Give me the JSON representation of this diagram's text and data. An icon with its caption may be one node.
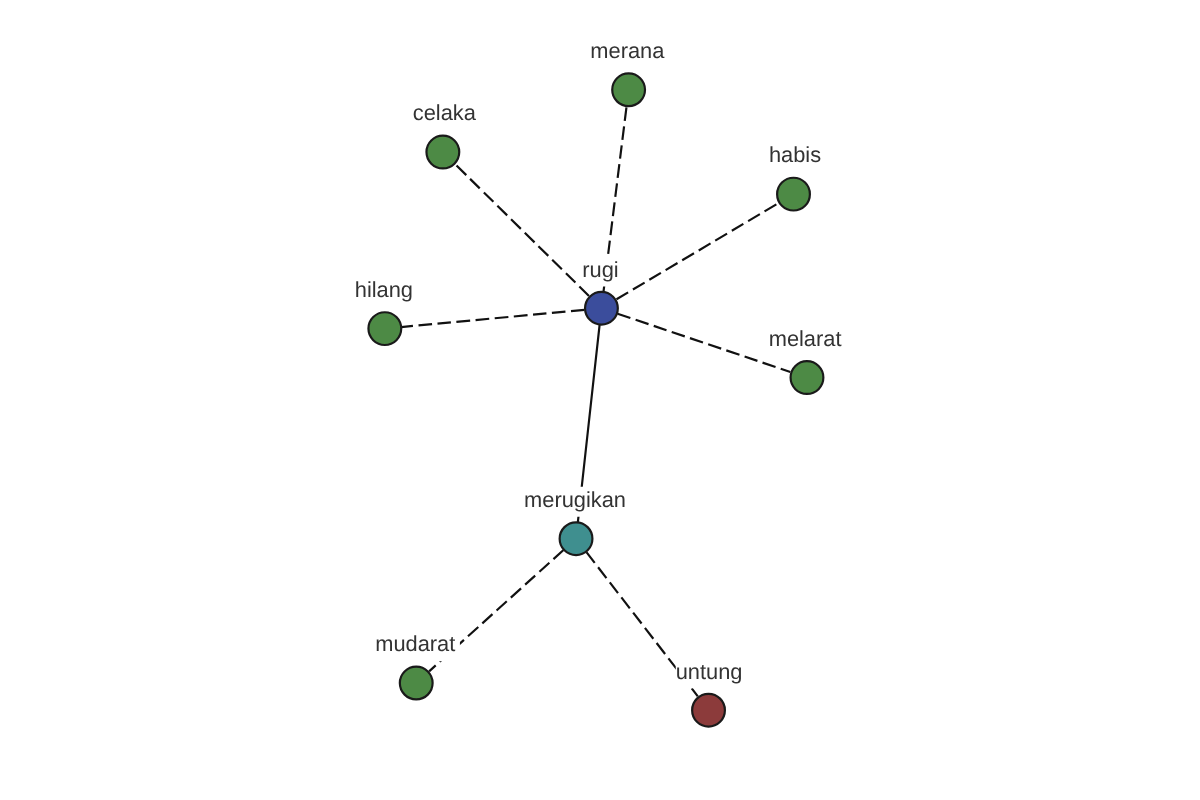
{
  "diagram": {
    "nodes": [
      {
        "text": [
          "hilang"
        ]
      },
      {
        "text": [
          "habis"
        ]
      },
      {
        "text": [
          "mudarat"
        ]
      },
      {
        "text": [
          "merana"
        ]
      },
      {
        "text": [
          "rugi"
        ]
      },
      {
        "text": [
          "celaka"
        ]
      },
      {
        "text": [
          "merugikan"
        ]
      },
      {
        "text": [
          "melarat"
        ]
      },
      {
        "text": [
          "untung"
        ]
      }
    ],
    "edges": [
      {
        "from": 4,
        "to": 1,
        "arrow": "none",
        "style": "dashed"
      },
      {
        "from": 4,
        "to": 0,
        "arrow": "none",
        "style": "dashed"
      },
      {
        "from": 4,
        "to": 3,
        "arrow": "none",
        "style": "dashed"
      },
      {
        "from": 4,
        "to": 5,
        "arrow": "none",
        "style": "dashed"
      },
      {
        "from": 4,
        "to": 7,
        "arrow": "none",
        "style": "dashed"
      },
      {
        "from": 4,
        "to": 6,
        "arrow": "none"
      },
      {
        "from": 6,
        "to": 2,
        "arrow": "none",
        "style": "dashed"
      },
      {
        "from": 6,
        "to": 8,
        "arrow": "none",
        "style": "dashed"
      }
    ]
  }
}
